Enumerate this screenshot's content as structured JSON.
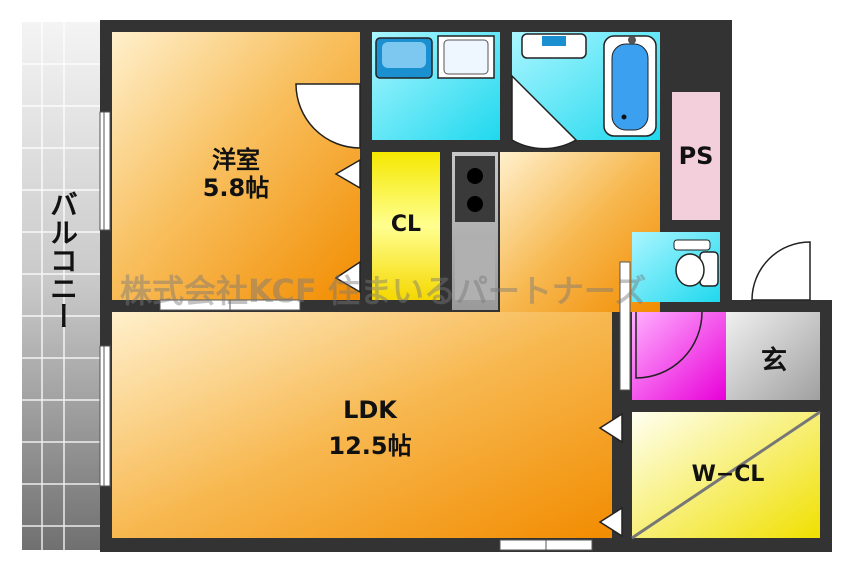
{
  "rooms": {
    "yoshitsu": {
      "name": "洋室",
      "size": "5.8帖"
    },
    "ldk": {
      "name": "LDK",
      "size": "12.5帖"
    },
    "cl": {
      "name": "CL"
    },
    "wcl": {
      "name": "W−CL"
    },
    "ps": {
      "name": "PS"
    },
    "genkan": {
      "name": "玄"
    },
    "balcony": {
      "name": "バルコニー"
    }
  },
  "watermark": "株式会社KCF 住まいるパートナーズ",
  "colors": {
    "wall": "#333333",
    "wet_area": "#33e0f0",
    "entry": "#f020e0",
    "ps": "#f0d0dc",
    "room_light": "#ffe8b0",
    "room_dark": "#f59a10",
    "closet_light": "#ffffb0",
    "closet_dark": "#f5d800",
    "balcony_grey": "#909090"
  }
}
